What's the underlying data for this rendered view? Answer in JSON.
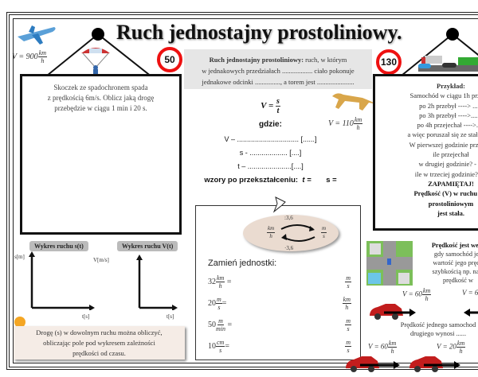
{
  "title": "Ruch jednostajny prostoliniowy.",
  "plane": {
    "speed": "V = 900",
    "unit_num": "km",
    "unit_den": "h"
  },
  "cheetah": {
    "speed": "V = 110",
    "unit_num": "km",
    "unit_den": "h"
  },
  "signs": [
    "50",
    "130"
  ],
  "task": {
    "lines": [
      "Skoczek ze spadochronem spada",
      "z prędkością 6m/s. Oblicz jaką drogę",
      "przebędzie w ciągu 1 min i 20 s."
    ]
  },
  "definition": {
    "bold": "Ruch jednostajny prostoliniowy:",
    "text1": " ruch, w którym",
    "line2": "w jednakowych przedziałach .................. ciało pokonuje",
    "line3": "jednakowe odcinki ..............., a torem jest ......................"
  },
  "formula": {
    "lhs": "V =",
    "num": "s",
    "den": "t",
    "gdzie": "gdzie:",
    "v_line": "V – ............................... [......]",
    "s_line": "s - ................... [....]",
    "t_line": "t – ......................[....]",
    "wzory": "wzory po przekształceniu:",
    "t_eq": "t =",
    "s_eq": "s ="
  },
  "example": {
    "title": "Przykład:",
    "lines": [
      "Samochód w ciągu 1h przebył",
      "po 2h przebył ----> ......",
      "po 3h przebył ---->.......",
      "po 4h przejechał ---->.....",
      "a więc poruszał się ze stałą pręd",
      "W pierwszej godzinie przejech",
      "ile przejechał",
      "w drugiej godzinie? - ...",
      "ile w trzeciej godzinie?- ..."
    ],
    "remember": "ZAPAMIĘTAJ!",
    "rule": [
      "Prędkość (V) w ruchu jed",
      "prostoliniowym",
      "jest stała."
    ]
  },
  "conversion": {
    "top": ":3,6",
    "bottom": "·3,6",
    "from_num": "km",
    "from_den": "h",
    "to_num": "m",
    "to_den": "s",
    "heading": "Zamień jednostki:",
    "rows": [
      {
        "value": "32",
        "num": "km",
        "den": "h",
        "target_num": "m",
        "target_den": "s"
      },
      {
        "value": "20",
        "num": "m",
        "den": "s",
        "target_num": "km",
        "target_den": "h"
      },
      {
        "value": "50",
        "num": "m",
        "den": "min",
        "target_num": "m",
        "target_den": "s"
      },
      {
        "value": "10",
        "num": "cm",
        "den": "s",
        "target_num": "m",
        "target_den": "s"
      }
    ]
  },
  "graphs": [
    {
      "title": "Wykres ruchu s(t)",
      "ylabel": "s[m]",
      "xlabel": "t[s]"
    },
    {
      "title": "Wykres ruchu V(t)",
      "ylabel": "V[m/s]",
      "xlabel": "t[s]"
    }
  ],
  "tip": [
    "Drogę (s) w dowolnym ruchu można obliczyć,",
    "obliczając pole pod wykresem zależności",
    "prędkości od czasu."
  ],
  "vector": {
    "lines": [
      "Prędkość jest wekt",
      "gdy samochód jed",
      "wartość jego prędk",
      "szybkością np. na p",
      "prędkość w"
    ],
    "question": [
      "Prędkość jednego samochod",
      "drugiego wynosi ......"
    ]
  },
  "cars": [
    {
      "speed": "V = 60",
      "num": "km",
      "den": "h"
    },
    {
      "speed": "V = 6",
      "num": "",
      "den": ""
    },
    {
      "speed": "V = 60",
      "num": "km",
      "den": "h"
    },
    {
      "speed": "V = 20",
      "num": "km",
      "den": "h"
    }
  ]
}
